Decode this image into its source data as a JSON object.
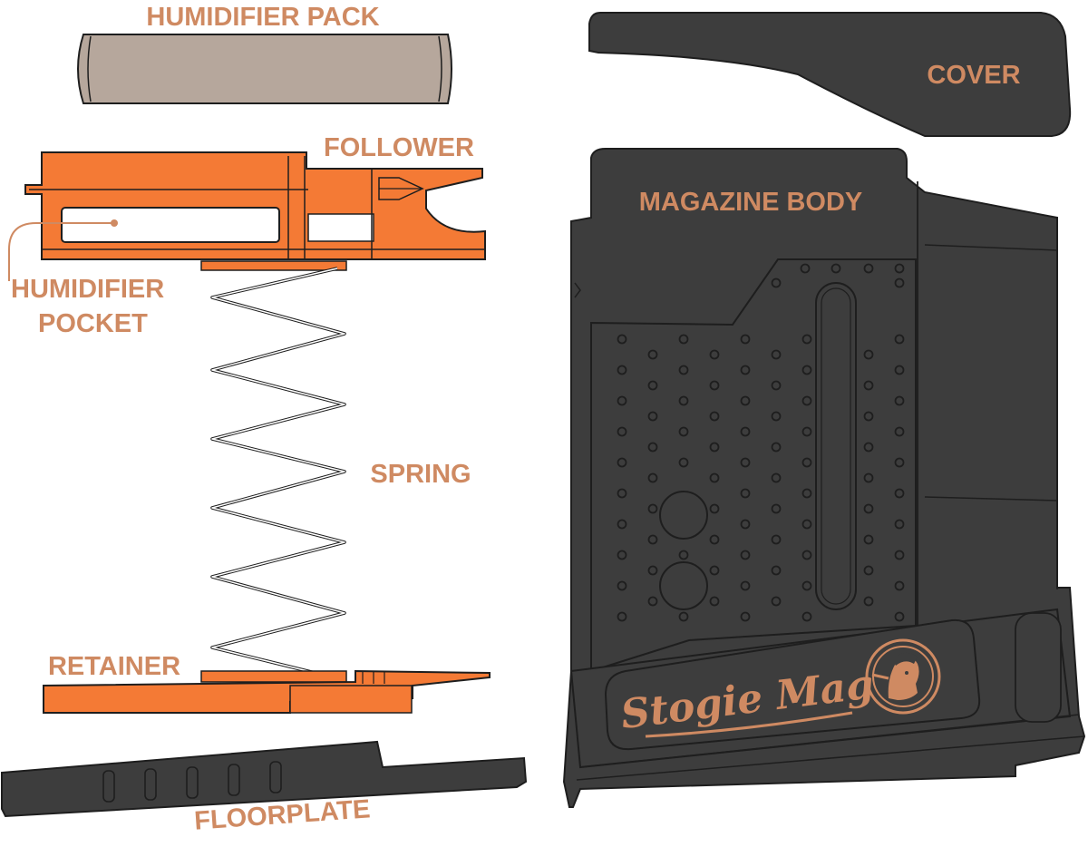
{
  "labels": {
    "humidifier_pack": "HUMIDIFIER PACK",
    "follower": "FOLLOWER",
    "humidifier_pocket_line1": "HUMIDIFIER",
    "humidifier_pocket_line2": "POCKET",
    "spring": "SPRING",
    "retainer": "RETAINER",
    "floorplate": "FLOORPLATE",
    "cover": "COVER",
    "magazine_body": "MAGAZINE BODY"
  },
  "logo": {
    "text": "Stogie Mag"
  },
  "colors": {
    "label_text": "#cf8a62",
    "orange_part": "#f47a35",
    "dark_part": "#3d3d3d",
    "pack_fill": "#b6a79c",
    "outline": "#1e1e1e",
    "logo_copper": "#cf8a62"
  }
}
